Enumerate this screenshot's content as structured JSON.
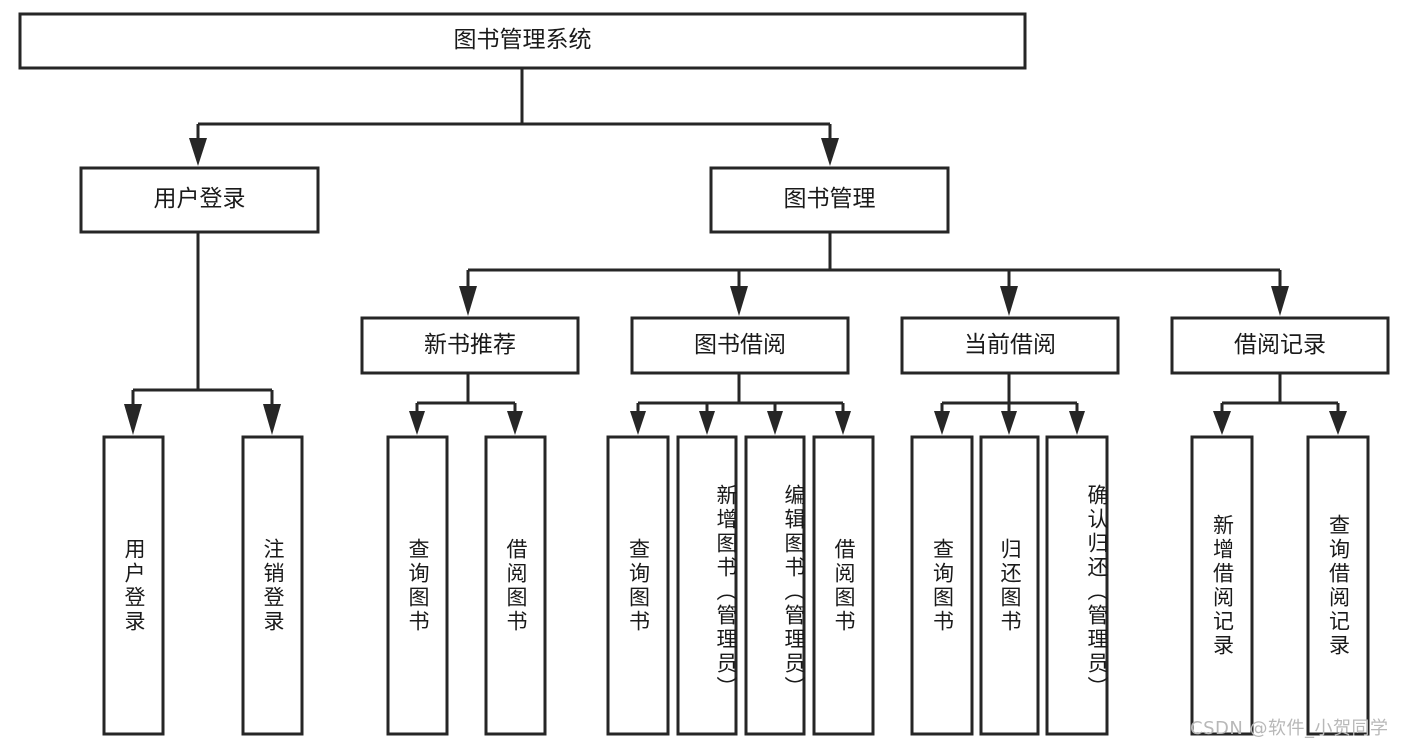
{
  "diagram": {
    "type": "tree-hierarchy",
    "title": "图书管理系统",
    "orientation": "top-down",
    "colors": {
      "box_stroke": "#262626",
      "box_fill": "#ffffff",
      "text": "#1a1a1a",
      "background": "#ffffff",
      "watermark": "#b8b8b8"
    },
    "root": {
      "label": "图书管理系统",
      "level": 1
    },
    "level2": [
      {
        "label": "用户登录",
        "level": 2
      },
      {
        "label": "图书管理",
        "level": 2
      }
    ],
    "level3": [
      {
        "label": "新书推荐",
        "level": 3,
        "parent": "图书管理"
      },
      {
        "label": "图书借阅",
        "level": 3,
        "parent": "图书管理"
      },
      {
        "label": "当前借阅",
        "level": 3,
        "parent": "图书管理"
      },
      {
        "label": "借阅记录",
        "level": 3,
        "parent": "图书管理"
      }
    ],
    "leaves": {
      "user_login": [
        {
          "label": "用户登录",
          "parent": "用户登录"
        },
        {
          "label": "注销登录",
          "parent": "用户登录"
        }
      ],
      "new_book": [
        {
          "label": "查询图书",
          "parent": "新书推荐"
        },
        {
          "label": "借阅图书",
          "parent": "新书推荐"
        }
      ],
      "book_borrow": [
        {
          "label": "查询图书",
          "parent": "图书借阅"
        },
        {
          "label": "新增图书（管理员）",
          "parent": "图书借阅"
        },
        {
          "label": "编辑图书（管理员）",
          "parent": "图书借阅"
        },
        {
          "label": "借阅图书",
          "parent": "图书借阅"
        }
      ],
      "current_borrow": [
        {
          "label": "查询图书",
          "parent": "当前借阅"
        },
        {
          "label": "归还图书",
          "parent": "当前借阅"
        },
        {
          "label": "确认归还（管理员）",
          "parent": "当前借阅"
        }
      ],
      "borrow_record": [
        {
          "label": "新增借阅记录",
          "parent": "借阅记录"
        },
        {
          "label": "查询借阅记录",
          "parent": "借阅记录"
        }
      ]
    }
  },
  "watermark": {
    "text": "CSDN @软件_小贺同学"
  }
}
